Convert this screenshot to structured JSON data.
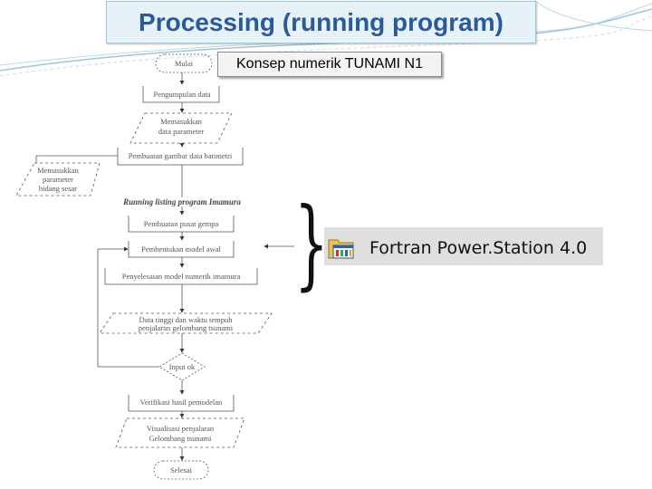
{
  "slide": {
    "title": "Processing (running program)",
    "subtitle": "Konsep numerik TUNAMI N1"
  },
  "flowchart": {
    "start": "Mulai",
    "step1": "Pengumpulan data",
    "step2_line1": "Memasukkan",
    "step2_line2": "data parameter",
    "step3": "Pembuatan gambar data batimetri",
    "side_line1": "Memasukkan",
    "side_line2": "parameter",
    "side_line3": "bidang sesar",
    "section_label": "Running listing program Imamura",
    "step4": "Pembuatan pusat gempa",
    "step5": "Pembentukan model awal",
    "step6": "Penyelesaian model numerik imamura",
    "step7_line1": "Data tinggi dan waktu tempuh",
    "step7_line2": "penjalaran gelombang tsunami",
    "decision": "Input ok",
    "step8": "Verifikasi hasil pemodelan",
    "step9_line1": "Visualisasi penjalaran",
    "step9_line2": "Gelombang tsunami",
    "end": "Selesai"
  },
  "fortran": {
    "label": "Fortran Power.Station 4.0",
    "icon": "folder-app-icon"
  }
}
